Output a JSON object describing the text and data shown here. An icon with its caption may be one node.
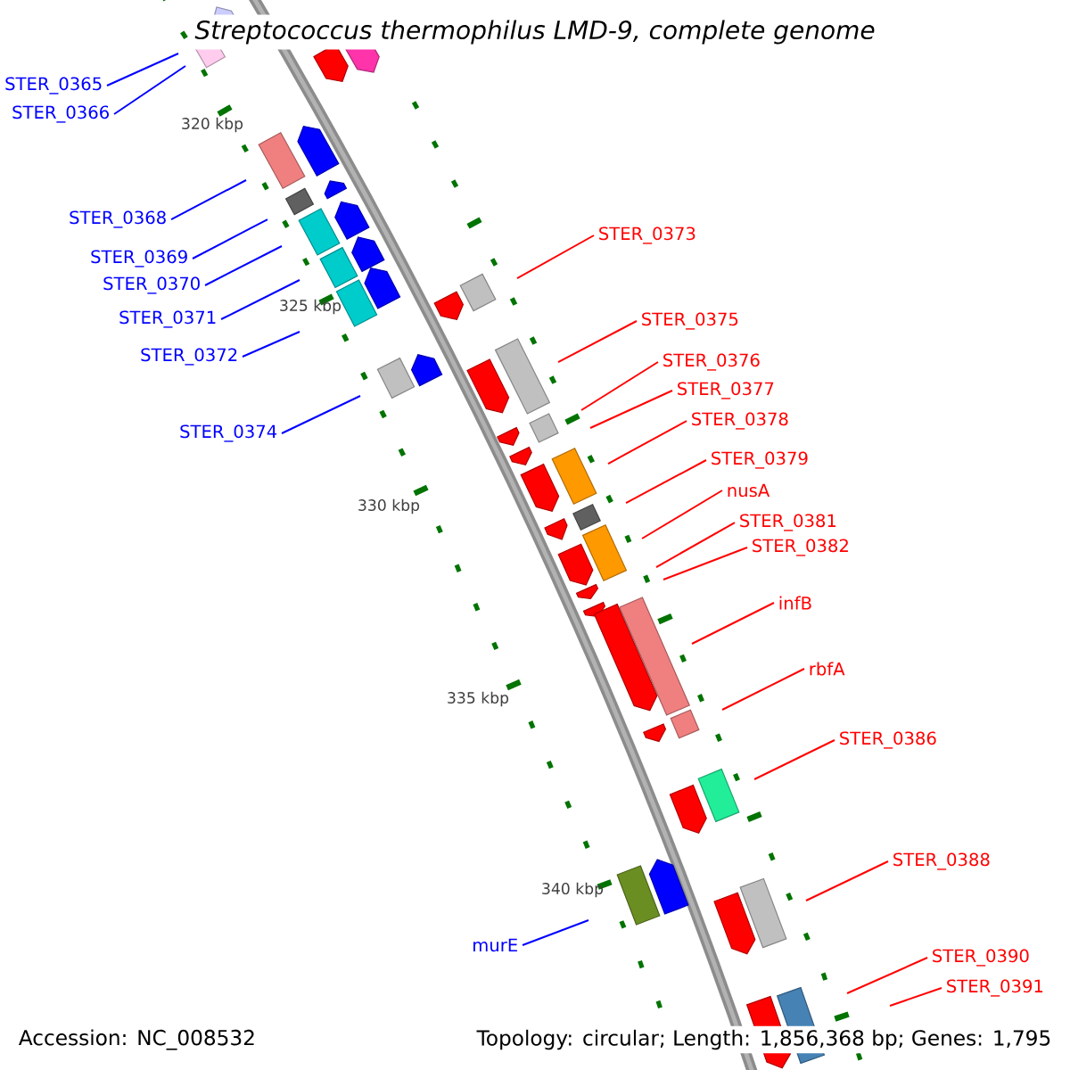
{
  "diagram": {
    "title": "Streptococcus thermophilus LMD-9, complete genome",
    "nodes": [
      {
        "text": [
          "STER_0365"
        ]
      },
      {
        "text": [
          "STER_0366"
        ]
      },
      {
        "text": [
          "STER_0368"
        ]
      },
      {
        "text": [
          "STER_0369"
        ]
      },
      {
        "text": [
          "STER_0370"
        ]
      },
      {
        "text": [
          "STER_0371"
        ]
      },
      {
        "text": [
          "STER_0372"
        ]
      },
      {
        "text": [
          "STER_0373"
        ]
      },
      {
        "text": [
          "STER_0374"
        ]
      },
      {
        "text": [
          "STER_0375"
        ]
      },
      {
        "text": [
          "STER_0376"
        ]
      },
      {
        "text": [
          "STER_0377"
        ]
      },
      {
        "text": [
          "STER_0378"
        ]
      },
      {
        "text": [
          "STER_0379"
        ]
      },
      {
        "text": [
          "nusA"
        ]
      },
      {
        "text": [
          "STER_0381"
        ]
      },
      {
        "text": [
          "STER_0382"
        ]
      },
      {
        "text": [
          "infB"
        ]
      },
      {
        "text": [
          "rbfA"
        ]
      },
      {
        "text": [
          "STER_0386"
        ]
      },
      {
        "text": [
          "STER_0388"
        ]
      },
      {
        "text": [
          "murE"
        ]
      },
      {
        "text": [
          "STER_0390"
        ]
      },
      {
        "text": [
          "STER_0391"
        ]
      }
    ],
    "edges": [
      {
        "from": 0,
        "to": null,
        "arrow": "none",
        "color": "#0000ff"
      },
      {
        "from": 1,
        "to": null,
        "arrow": "none",
        "color": "#0000ff"
      },
      {
        "from": 2,
        "to": null,
        "arrow": "none",
        "color": "#0000ff"
      },
      {
        "from": 3,
        "to": null,
        "arrow": "none",
        "color": "#0000ff"
      },
      {
        "from": 4,
        "to": null,
        "arrow": "none",
        "color": "#0000ff"
      },
      {
        "from": 5,
        "to": null,
        "arrow": "none",
        "color": "#0000ff"
      },
      {
        "from": 6,
        "to": null,
        "arrow": "none",
        "color": "#0000ff"
      },
      {
        "from": 7,
        "to": null,
        "arrow": "none"
      },
      {
        "from": 8,
        "to": null,
        "arrow": "none",
        "color": "#0000ff"
      },
      {
        "from": 9,
        "to": null,
        "arrow": "none"
      },
      {
        "from": 10,
        "to": null,
        "arrow": "none"
      },
      {
        "from": 11,
        "to": null,
        "arrow": "none"
      },
      {
        "from": 12,
        "to": null,
        "arrow": "none"
      },
      {
        "from": 13,
        "to": null,
        "arrow": "none"
      },
      {
        "from": 14,
        "to": null,
        "arrow": "none"
      },
      {
        "from": 15,
        "to": null,
        "arrow": "none"
      },
      {
        "from": 16,
        "to": null,
        "arrow": "none"
      },
      {
        "from": 17,
        "to": null,
        "arrow": "none"
      },
      {
        "from": 18,
        "to": null,
        "arrow": "none"
      },
      {
        "from": 19,
        "to": null,
        "arrow": "none"
      },
      {
        "from": 20,
        "to": null,
        "arrow": "none"
      },
      {
        "from": 21,
        "to": null,
        "arrow": "none",
        "color": "#0000ff"
      },
      {
        "from": 22,
        "to": null,
        "arrow": "none"
      },
      {
        "from": 23,
        "to": null,
        "arrow": "none"
      }
    ],
    "labels": [
      "320 kbp",
      "325 kbp",
      "330 kbp",
      "335 kbp",
      "340 kbp",
      "Accession: NC_008532",
      "Topology: circular; Length: 1,856,368 bp; Genes: 1,795"
    ]
  }
}
